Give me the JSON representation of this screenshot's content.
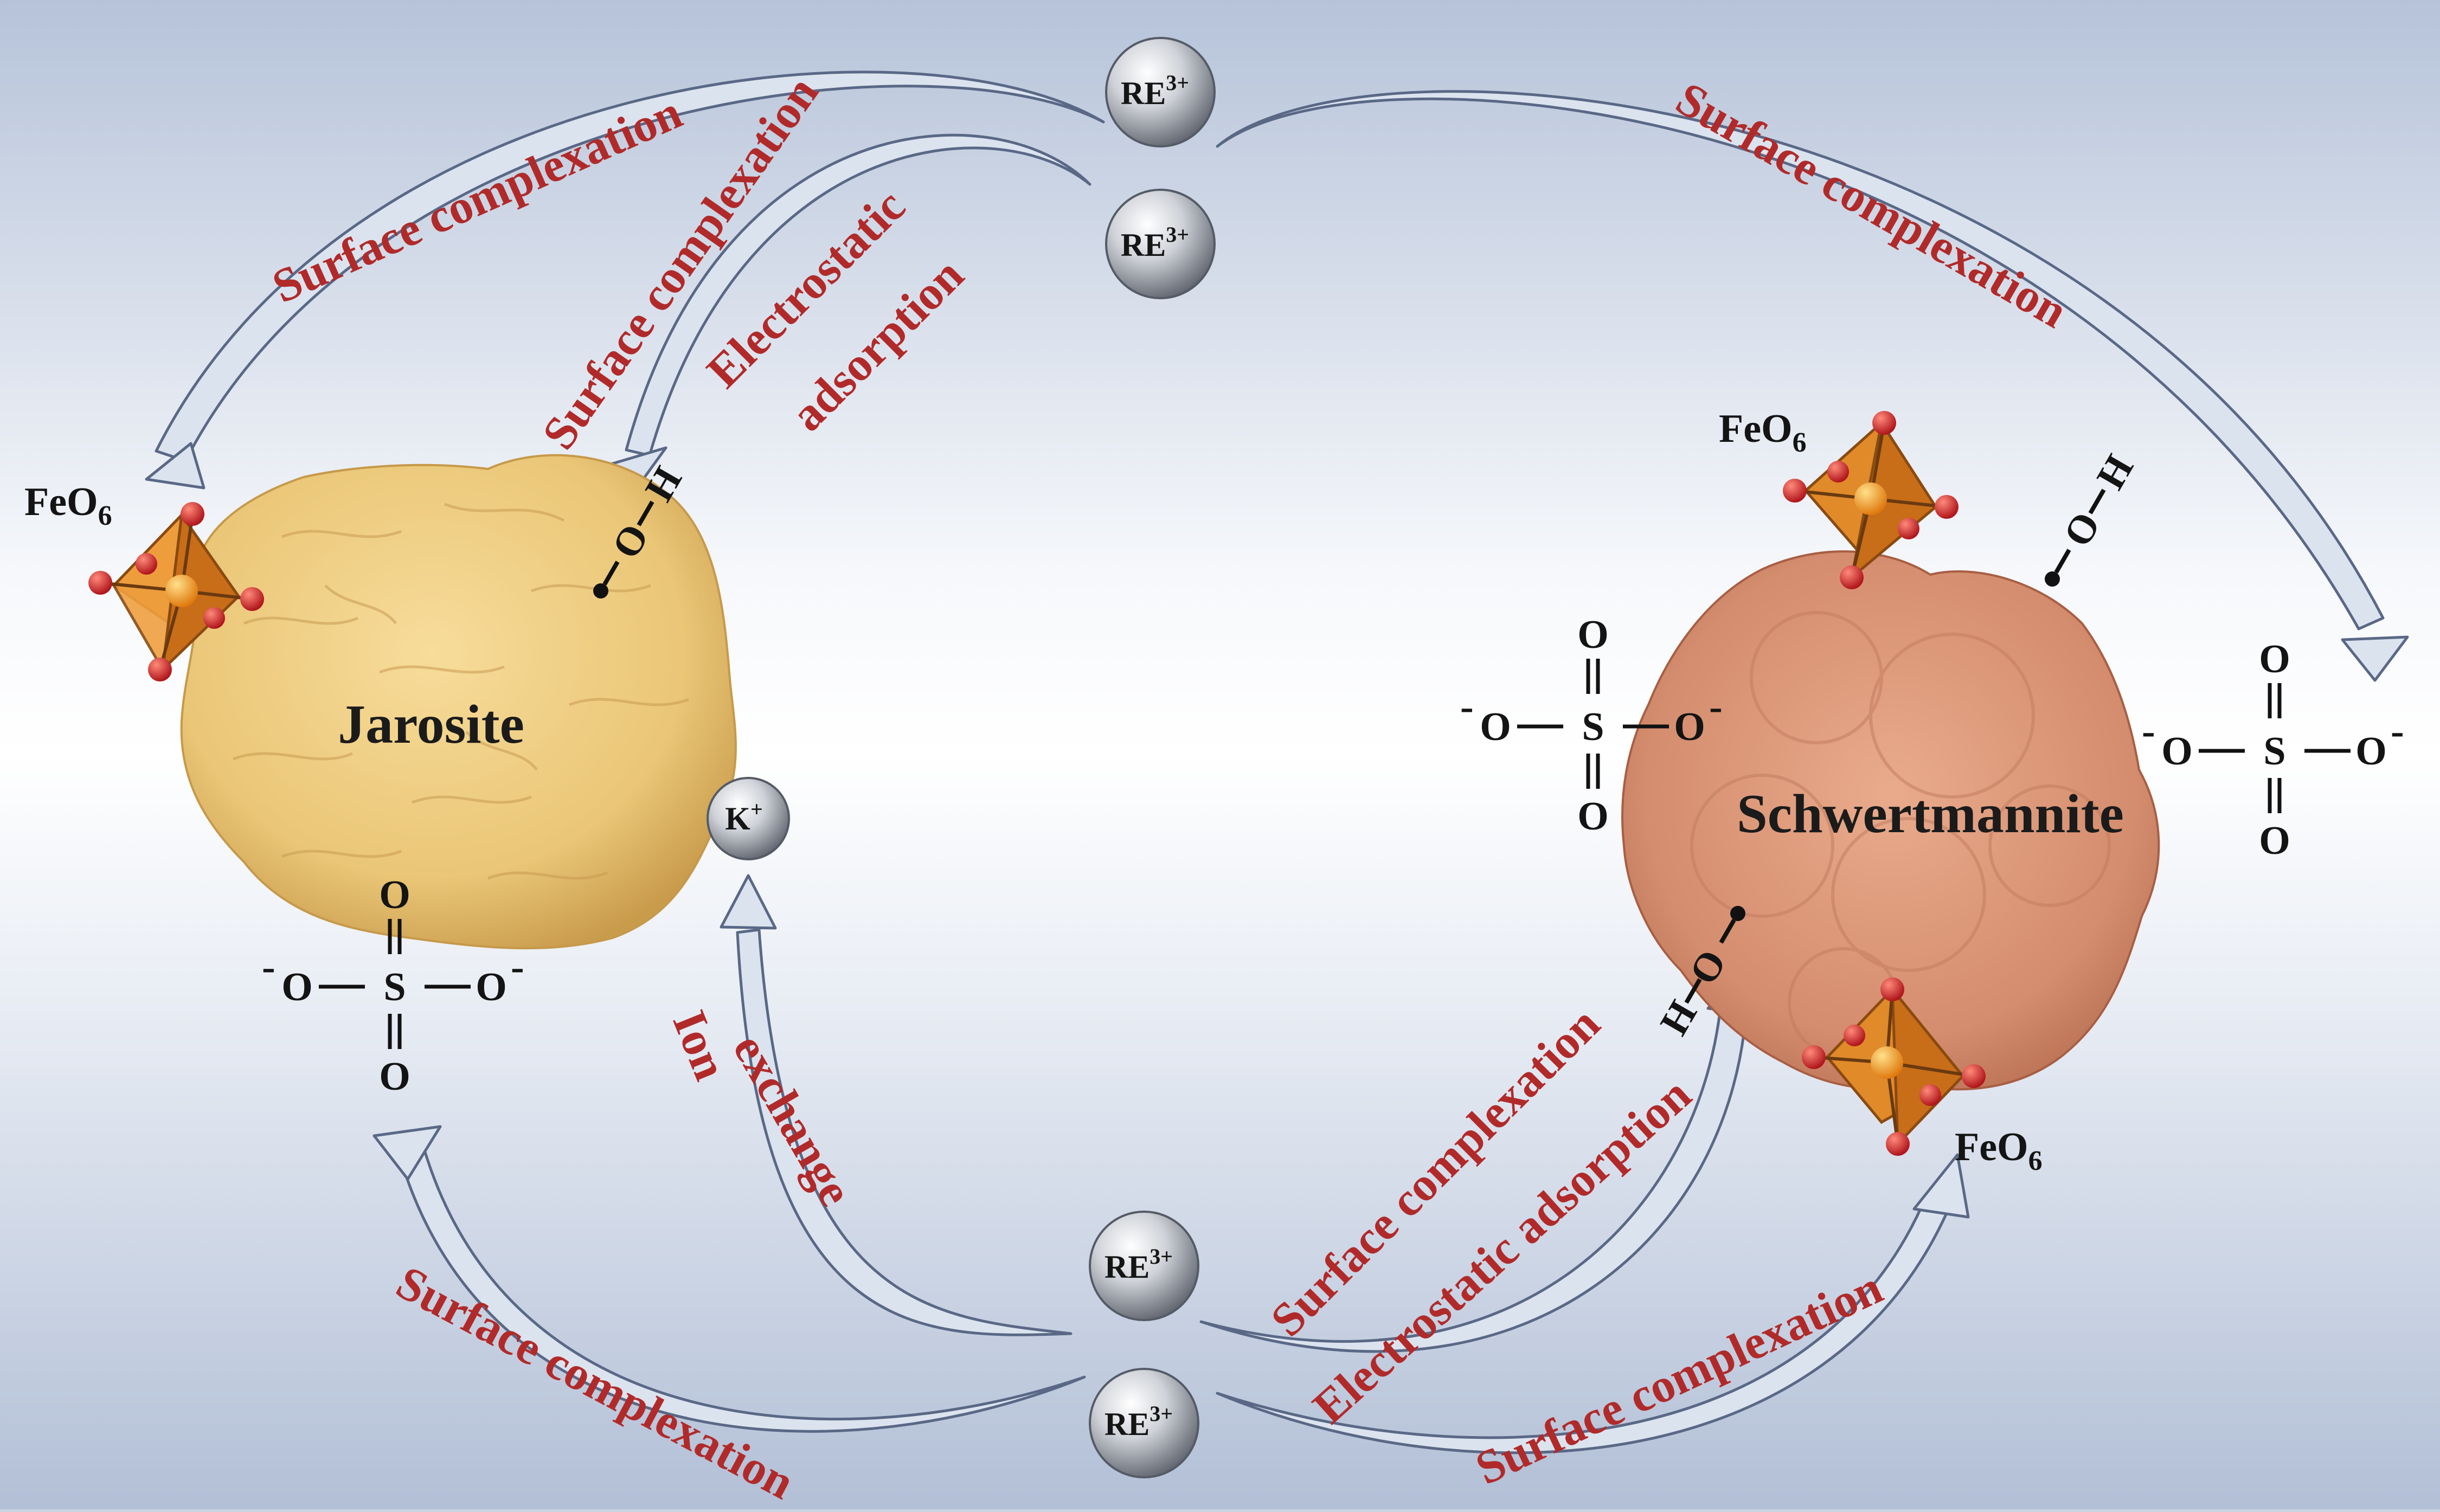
{
  "labels": {
    "surface_complexation": "Surface complexation",
    "electrostatic": "Electrostatic",
    "adsorption": "adsorption",
    "ion": "Ion",
    "exchange": "exchange",
    "electrostatic_adsorption": "Electrostatic adsorption"
  },
  "minerals": {
    "jarosite": "Jarosite",
    "schwertmannite": "Schwertmannite"
  },
  "chem": {
    "feo": "FeO",
    "six": "6",
    "re": "RE",
    "three_plus": "3+",
    "k": "K",
    "plus": "+",
    "o": "O",
    "s": "S",
    "h": "H",
    "minus": "−",
    "dash": "—",
    "double": "=",
    "minus_sup": "-"
  },
  "colors": {
    "label_red": "#b12a2a",
    "jarosite": "#eac677",
    "schwertmannite": "#d48d6e",
    "arrow_fill": "#dbe3ef",
    "arrow_stroke": "#5a6886",
    "octahedron": "#e08a2a",
    "oxygen": "#d0262a"
  }
}
